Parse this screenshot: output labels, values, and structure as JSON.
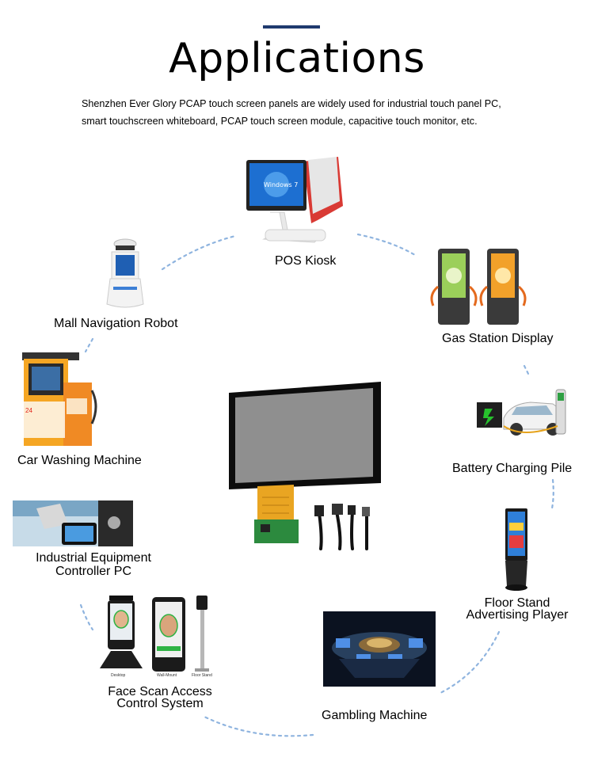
{
  "header": {
    "title": "Applications",
    "intro_line1": "Shenzhen Ever Glory PCAP touch screen panels are widely used for industrial touch panel PC,",
    "intro_line2": "smart touchscreen whiteboard, PCAP touch screen module, capacitive touch monitor, etc."
  },
  "applications": {
    "pos_kiosk": "POS Kiosk",
    "gas_station": "Gas Station Display",
    "mall_robot": "Mall Navigation Robot",
    "car_washing": "Car Washing Machine",
    "battery_pile": "Battery Charging Pile",
    "industrial_line1": "Industrial Equipment",
    "industrial_line2": "Controller PC",
    "floor_stand_line1": "Floor Stand",
    "floor_stand_line2": "Advertising Player",
    "face_scan_line1": "Face Scan Access",
    "face_scan_line2": "Control System",
    "gambling": "Gambling Machine"
  },
  "image_captions": {
    "pos_screen_text": "Windows 7",
    "face_desktop": "Desktop",
    "face_wallmount": "Wall-Mount",
    "face_floor": "Floor Stand"
  },
  "colors": {
    "accent_bar": "#1f3a6e",
    "dashed_arc": "#8fb4df"
  }
}
